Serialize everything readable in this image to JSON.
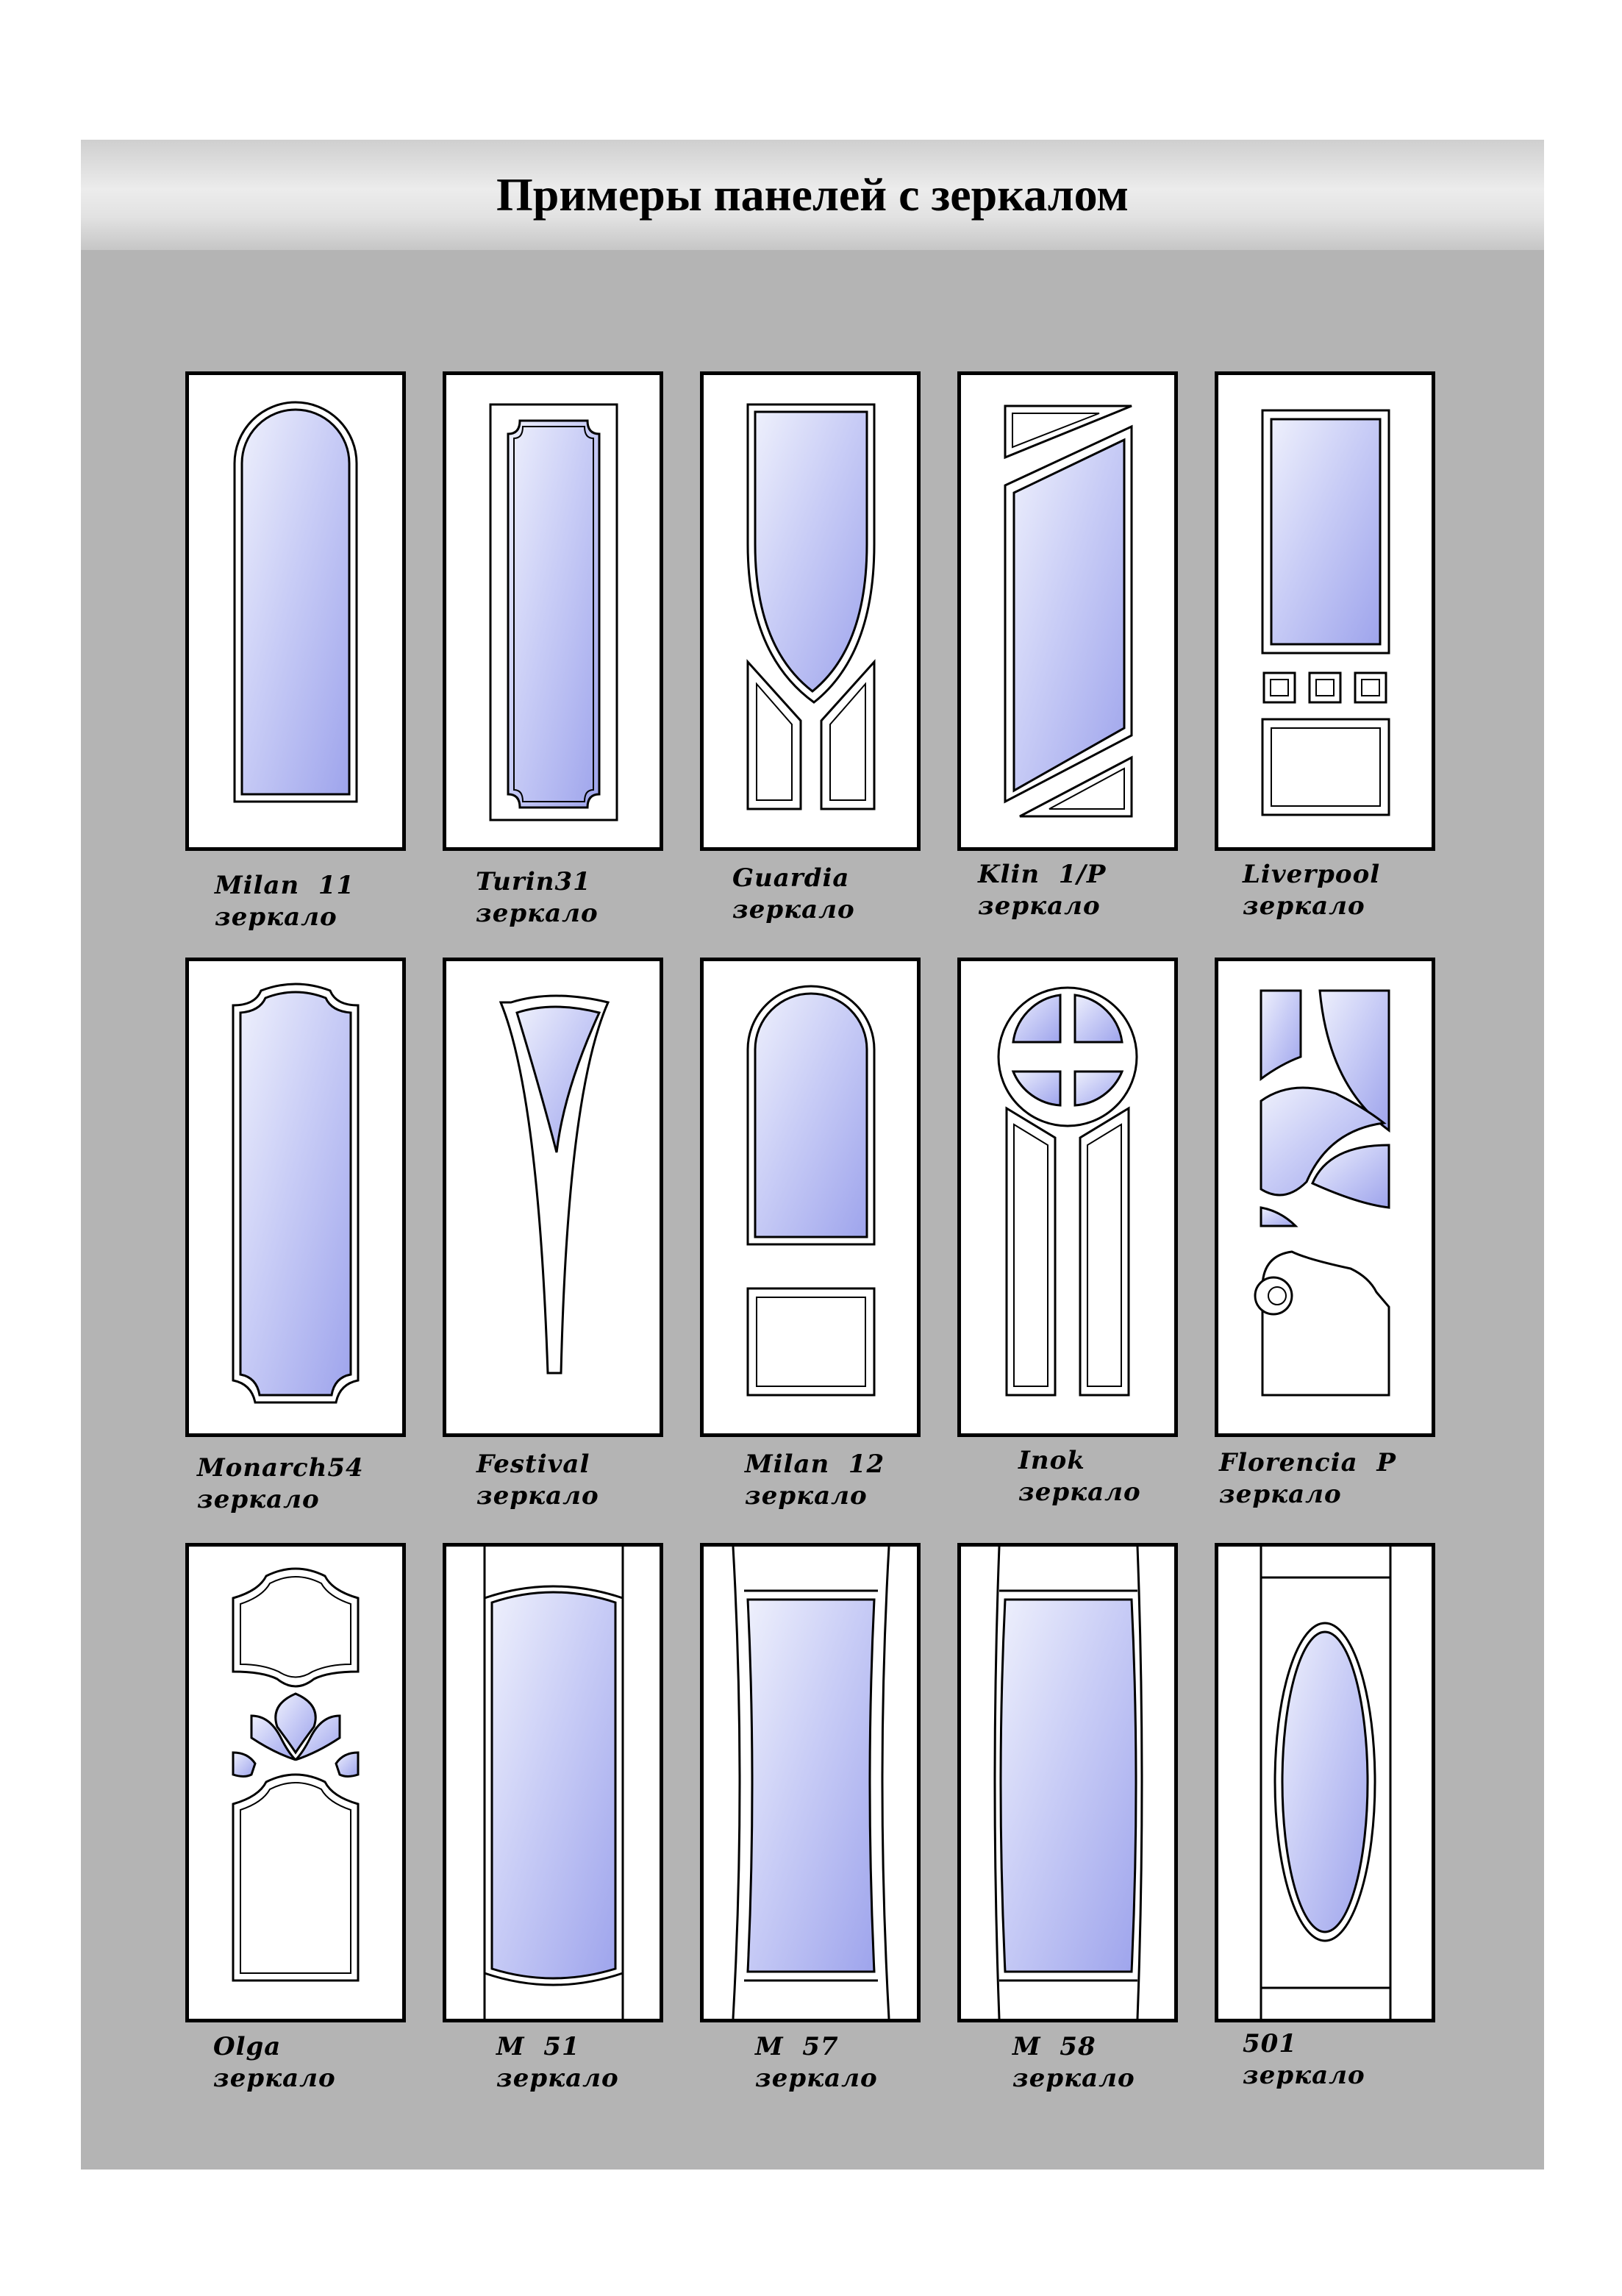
{
  "title": "Примеры панелей с зеркалом",
  "colors": {
    "background": "#b4b4b4",
    "glass_light": "#eef0fc",
    "glass_dark": "#9ea4ec",
    "frame": "#000000"
  },
  "panels": [
    {
      "name": "Milan  11",
      "sub": "зеркало"
    },
    {
      "name": "Turin31",
      "sub": "зеркало"
    },
    {
      "name": "Guardia",
      "sub": "зеркало"
    },
    {
      "name": "Klin  1/P",
      "sub": "зеркало"
    },
    {
      "name": "Liverpool",
      "sub": "зеркало"
    },
    {
      "name": "Monarch54",
      "sub": "зеркало"
    },
    {
      "name": "Festival",
      "sub": "зеркало"
    },
    {
      "name": "Milan  12",
      "sub": "зеркало"
    },
    {
      "name": "Inok",
      "sub": "зеркало"
    },
    {
      "name": "Florencia  P",
      "sub": "зеркало"
    },
    {
      "name": "Olga",
      "sub": "зеркало"
    },
    {
      "name": "M  51",
      "sub": "зеркало"
    },
    {
      "name": "M  57",
      "sub": "зеркало"
    },
    {
      "name": "M  58",
      "sub": "зеркало"
    },
    {
      "name": "501",
      "sub": "зеркало"
    }
  ]
}
